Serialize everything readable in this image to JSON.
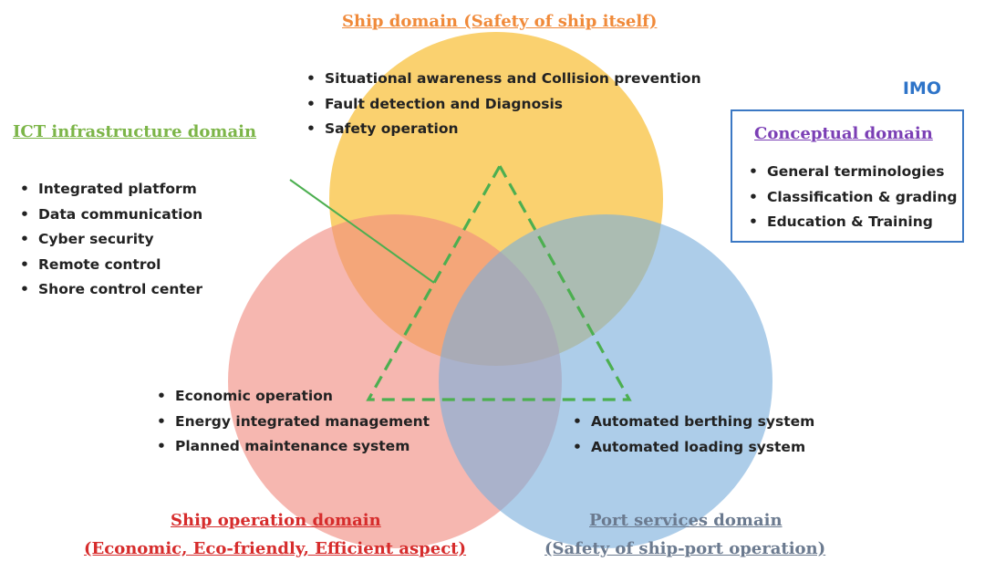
{
  "ship_domain": {
    "title": "Ship domain (Safety of ship itself)",
    "color": "#f08a3a",
    "circle_color": "#f9c74f",
    "items": [
      "Situational awareness and Collision prevention",
      "Fault detection and Diagnosis",
      "Safety operation"
    ]
  },
  "ict_domain": {
    "title": "ICT infrastructure domain",
    "color": "#7cb548",
    "items": [
      "Integrated platform",
      "Data communication",
      "Cyber security",
      "Remote control",
      "Shore control center"
    ]
  },
  "imo": {
    "label": "IMO",
    "color": "#2e74c8"
  },
  "conceptual_domain": {
    "title": "Conceptual domain",
    "color": "#7b3fb5",
    "items": [
      "General terminologies",
      "Classification & grading",
      "Education & Training"
    ]
  },
  "ship_operation_domain": {
    "title": "Ship operation domain",
    "subtitle": "(Economic, Eco-friendly, Efficient aspect)",
    "color": "#d62c2c",
    "circle_color": "#f08a80",
    "items": [
      "Economic operation",
      "Energy integrated management",
      "Planned maintenance system"
    ]
  },
  "port_services_domain": {
    "title": "Port services domain",
    "subtitle": "(Safety of ship-port operation)",
    "color": "#6b7a8f",
    "circle_color": "#7aaedc",
    "items": [
      "Automated berthing system",
      "Automated loading system"
    ]
  },
  "triangle_color": "#4caf50"
}
